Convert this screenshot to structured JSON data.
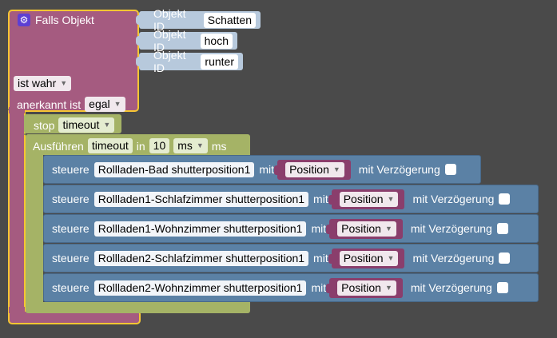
{
  "trigger": {
    "title": "Falls Objekt",
    "object_label": "Objekt ID",
    "objects": [
      "Schatten",
      "hoch",
      "runter"
    ],
    "condition_value": "ist wahr",
    "ack_label": "anerkannt ist",
    "ack_value": "egal"
  },
  "timeout": {
    "stop_label": "stop",
    "stop_value": "timeout",
    "exec_label": "Ausführen",
    "exec_value": "timeout",
    "in_label": "in",
    "delay": "10",
    "unit_select": "ms",
    "unit_label": "ms"
  },
  "controls": {
    "verb": "steuere",
    "mit": "mit",
    "value_label": "Position",
    "delay_label": "mit Verzögerung",
    "items": [
      "Rollladen-Bad  shutterposition1",
      "Rollladen1-Schlafzimmer  shutterposition1",
      "Rollladen1-Wohnzimmer  shutterposition1",
      "Rollladen2-Schlafzimmer  shutterposition1",
      "Rollladen2-Wohnzimmer  shutterposition1"
    ]
  },
  "colors": {
    "trigger": "#a55b80",
    "selection": "#f6c632",
    "timeout": "#a5b366",
    "control": "#5b81a5",
    "object": "#b7c9dc",
    "value": "#8a3e6c"
  },
  "icons": {
    "settings": "gear-icon",
    "dropdown": "dropdown-arrow-icon"
  }
}
